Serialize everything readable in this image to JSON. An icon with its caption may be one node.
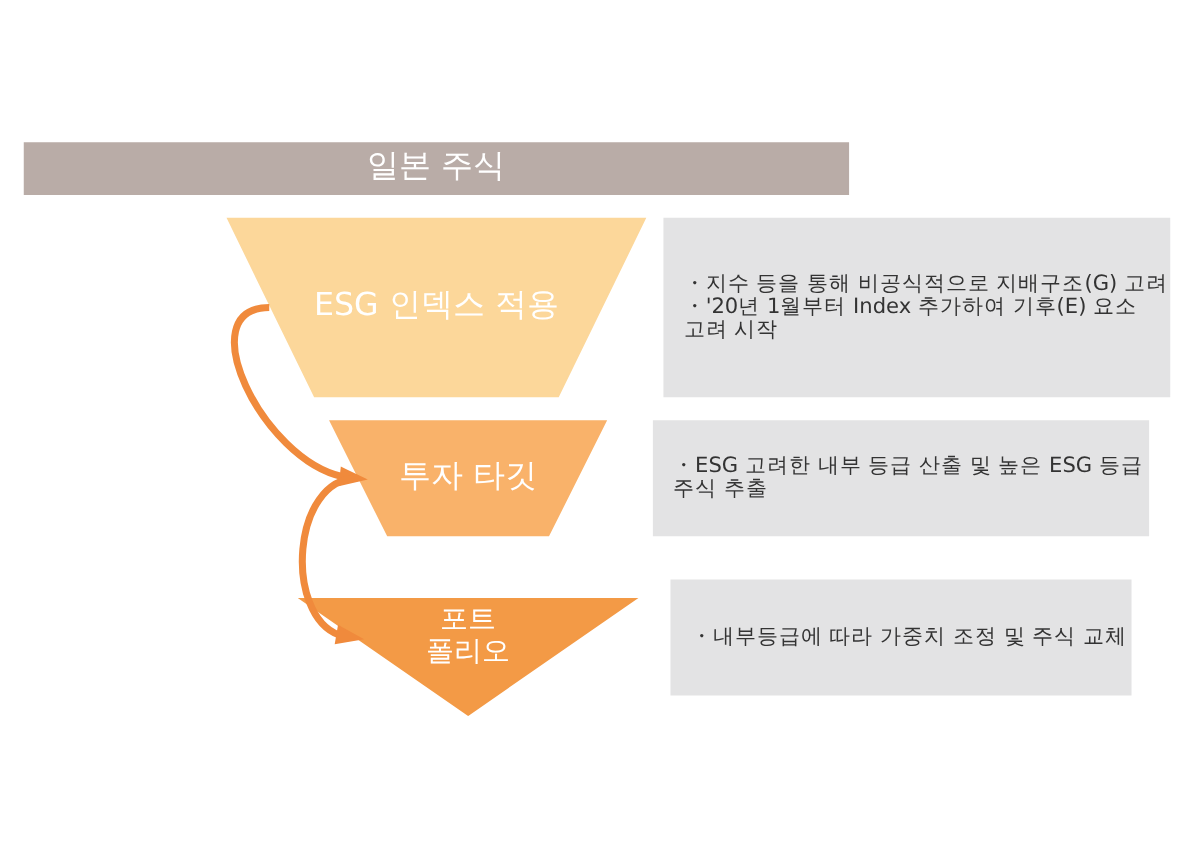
{
  "diagram": {
    "nodes": [
      {
        "text": [
          "일본 주식"
        ]
      },
      {
        "text": [
          "ESG 인덱스 적용"
        ]
      },
      {
        "text": [
          "・지수 등을 통해 비공식적으로 지배구조(G) 고려",
          "・'20년 1월부터 Index 추가하여 기후(E) 요소 고려 시작"
        ]
      },
      {
        "text": [
          "투자 타깃"
        ]
      },
      {
        "text": [
          "・ESG 고려한 내부 등급 산출 및 높은 ESG 등급 주식 추출"
        ]
      },
      {
        "text": [
          "포트 폴리오"
        ]
      },
      {
        "text": [
          "・내부등급에 따라 가중치 조정 및 주식 교체"
        ]
      }
    ],
    "edges": [
      {
        "from": 1,
        "to": 3,
        "arrow": "to"
      },
      {
        "from": 3,
        "to": 5,
        "arrow": "to"
      }
    ]
  }
}
